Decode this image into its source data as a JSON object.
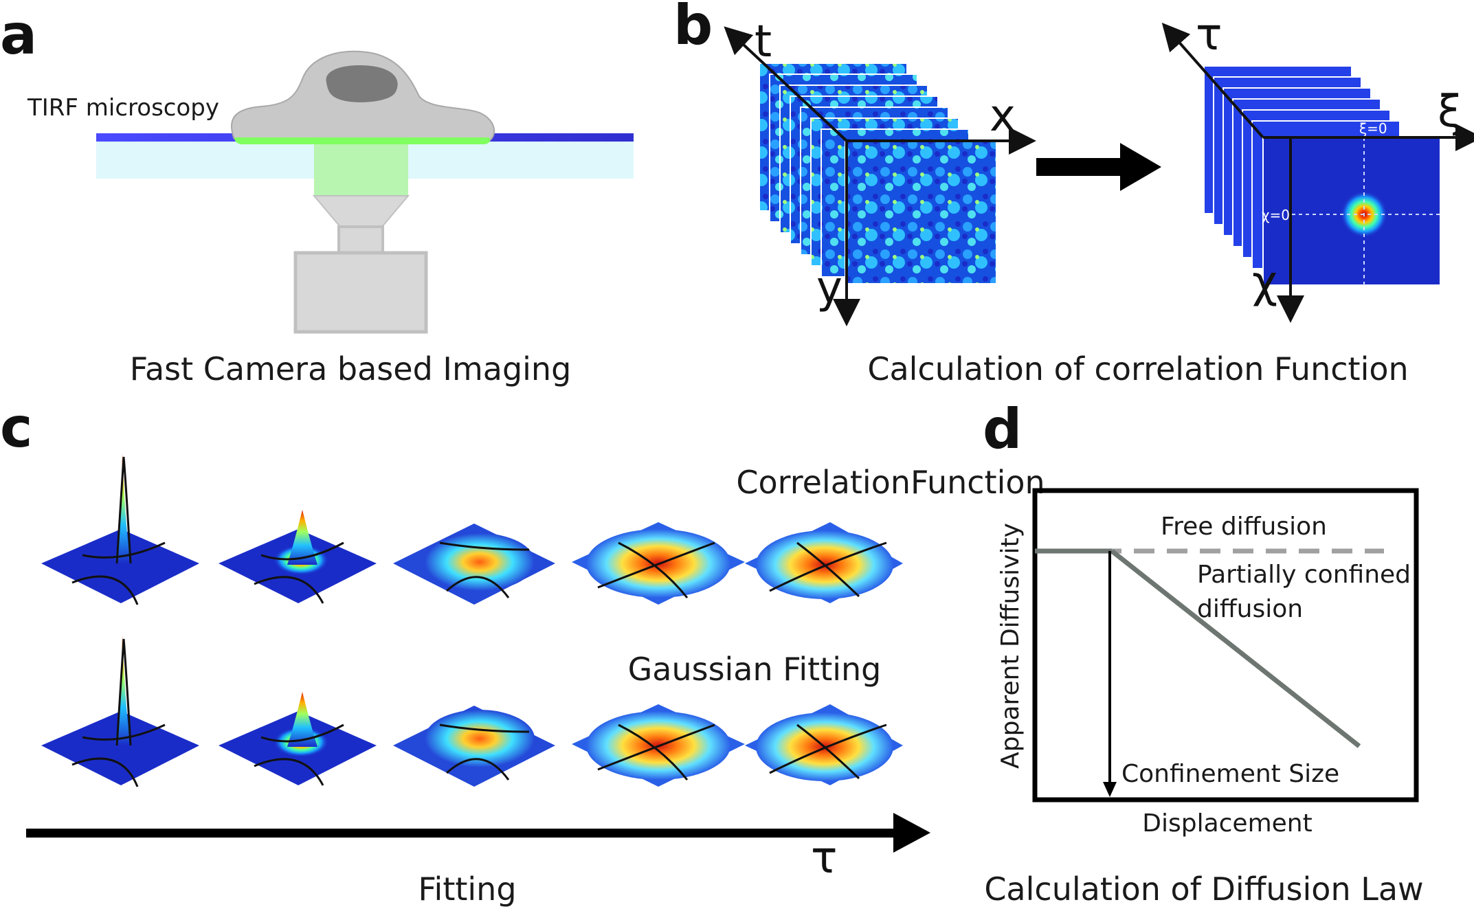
{
  "panels": {
    "a": {
      "letter": "a",
      "label": "TIRF microscopy",
      "caption": "Fast Camera based Imaging"
    },
    "b": {
      "letter": "b",
      "left_axes": {
        "t": "t",
        "x": "x",
        "y": "y"
      },
      "right_axes": {
        "tau": "τ",
        "xi": "ξ",
        "chi": "χ"
      },
      "xi_zero": "ξ=0",
      "chi_zero": "χ=0",
      "caption": "Calculation of correlation Function"
    },
    "c": {
      "letter": "c",
      "row1_label": "CorrelationFunction",
      "row2_label": "Gaussian Fitting",
      "axis_label": "τ",
      "caption": "Fitting"
    },
    "d": {
      "letter": "d",
      "ylabel": "Apparent Diffusivity",
      "xlabel": "Displacement",
      "free_label": "Free diffusion",
      "partial_label_1": "Partially confined",
      "partial_label_2": "diffusion",
      "confinement_label": "Confinement Size",
      "caption": "Calculation of Diffusion Law"
    }
  },
  "colors": {
    "jet_dark": "#1a1fb5",
    "jet_mid": "#2a8cff",
    "jet_hot": "#ff3a1a",
    "glass": "#dff8fb",
    "cell": "#c8c8c8",
    "nucleus": "#7a7a7a",
    "green": "#80ff60",
    "line_gray": "#6e7672",
    "dash_gray": "#a0a0a0"
  }
}
